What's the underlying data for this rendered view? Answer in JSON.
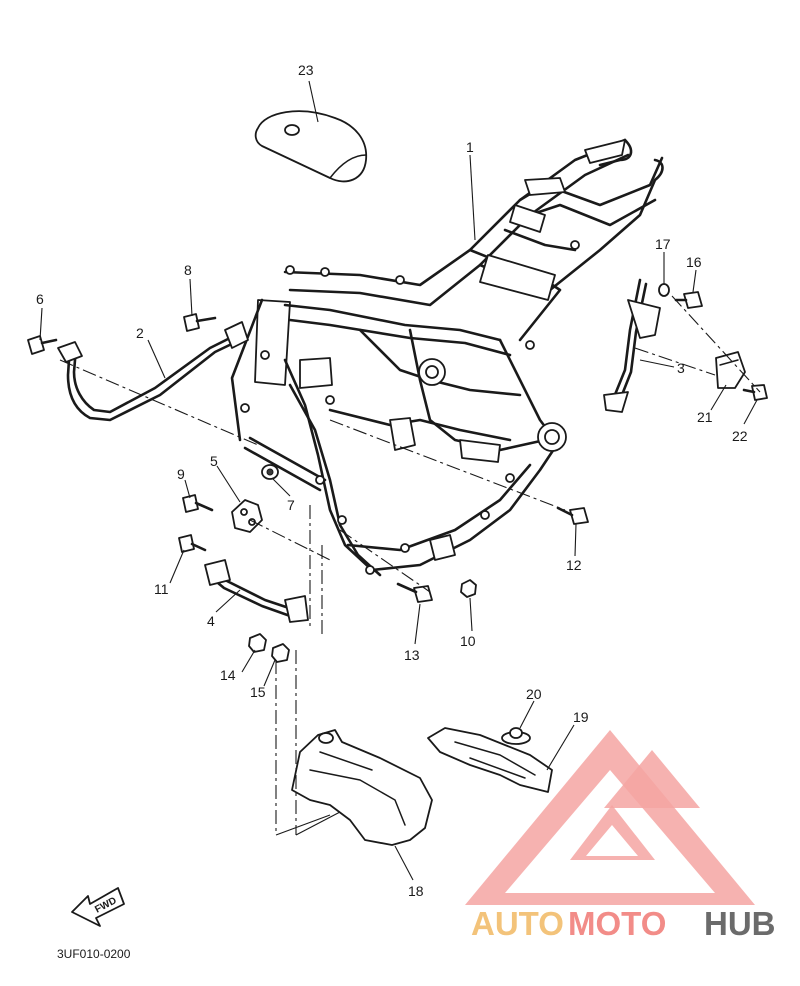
{
  "diagram": {
    "callouts": [
      "1",
      "2",
      "3",
      "4",
      "5",
      "6",
      "7",
      "8",
      "9",
      "10",
      "11",
      "12",
      "13",
      "14",
      "15",
      "16",
      "17",
      "18",
      "19",
      "20",
      "21",
      "22",
      "23"
    ],
    "arrow_label": "FWD",
    "reference_code": "3UF010-0200"
  },
  "watermark": {
    "part1": "AUTO",
    "part2": "MOTO",
    "part3": "HUB",
    "color_auto": "#f3c37a",
    "color_moto": "#f28c88",
    "color_hub": "#6b6b6b"
  }
}
